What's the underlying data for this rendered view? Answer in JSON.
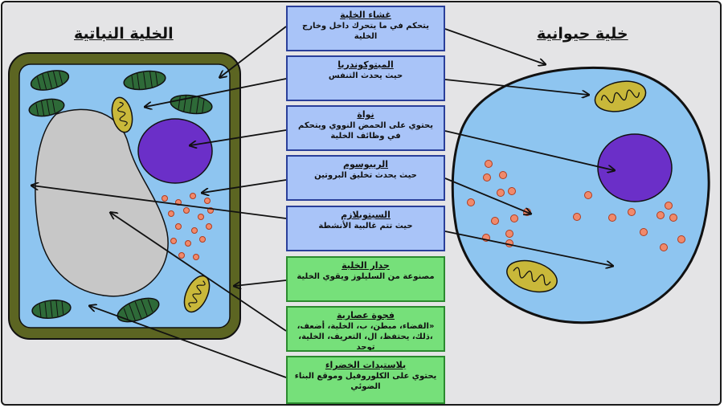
{
  "titles": {
    "plant": "الخلية النباتية",
    "animal": "خلية حيوانية"
  },
  "labels": [
    {
      "title": "غشاء الخلية",
      "desc": "يتحكم في ما يتحرك داخل وخارج الخلية",
      "kind": "blue"
    },
    {
      "title": "الميتوكوندريا",
      "desc": "حيث يحدث التنفس",
      "kind": "blue"
    },
    {
      "title": "نواة",
      "desc": "يحتوي على الحمض النووي ويتحكم في وظائف الخلية",
      "kind": "blue"
    },
    {
      "title": "الريبوسوم",
      "desc": "حيث يحدث تخليق البروتين",
      "kind": "blue"
    },
    {
      "title": "السيتوبلازم",
      "desc": "حيث تتم غالبية الأنشطة",
      "kind": "blue"
    },
    {
      "title": "جدار الخلية",
      "desc": "مصنوعة من السليلوز ويقوي الخلية",
      "kind": "green"
    },
    {
      "title": "فجوة عصارية",
      "desc": "«الفضاء، مبطن، ب، الخلية، أضعف، ،ذلك، يحتفظ، ال، التعريف، الخلية، توجد",
      "kind": "green"
    },
    {
      "title": "بلاستيدات الخضراء",
      "desc": "يحتوي على الكلوروفيل وموقع البناء الضوئي",
      "kind": "green"
    }
  ],
  "colors": {
    "background": "#e4e4e6",
    "cell_wall": "#5c6522",
    "cytoplasm": "#8ec5f0",
    "vacuole": "#c7c7c7",
    "nucleus": "#6b2fc8",
    "chloroplast": "#2e6a38",
    "mitochondria": "#c9b83a",
    "ribosome": "#f08a6c",
    "label_blue": "#a9c4f8",
    "label_green": "#76e07a"
  }
}
